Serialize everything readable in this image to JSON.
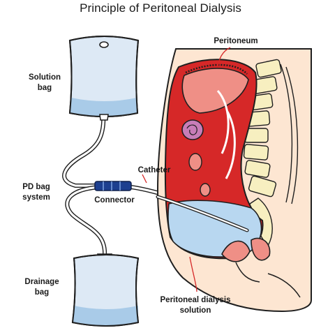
{
  "title": "Principle of Peritoneal Dialysis",
  "labels": {
    "peritoneum": "Peritoneum",
    "solution_bag": "Solution\nbag",
    "catheter": "Catheter",
    "pd_bag_system": "PD bag\nsystem",
    "connector": "Connector",
    "drainage_bag": "Drainage\nbag",
    "pd_solution": "Peritoneal dialysis\nsolution"
  },
  "colors": {
    "outline": "#1f1f1f",
    "bag_fill": "#dde9f5",
    "bag_fluid": "#a9cbe8",
    "tube": "#ffffff",
    "connector": "#1d3f8f",
    "body_skin": "#fde6d2",
    "cavity_red": "#d62828",
    "organ_pink": "#ef8f86",
    "dialysate": "#b8d7f0",
    "spine": "#f7efc0",
    "uterus": "#c87db8"
  }
}
